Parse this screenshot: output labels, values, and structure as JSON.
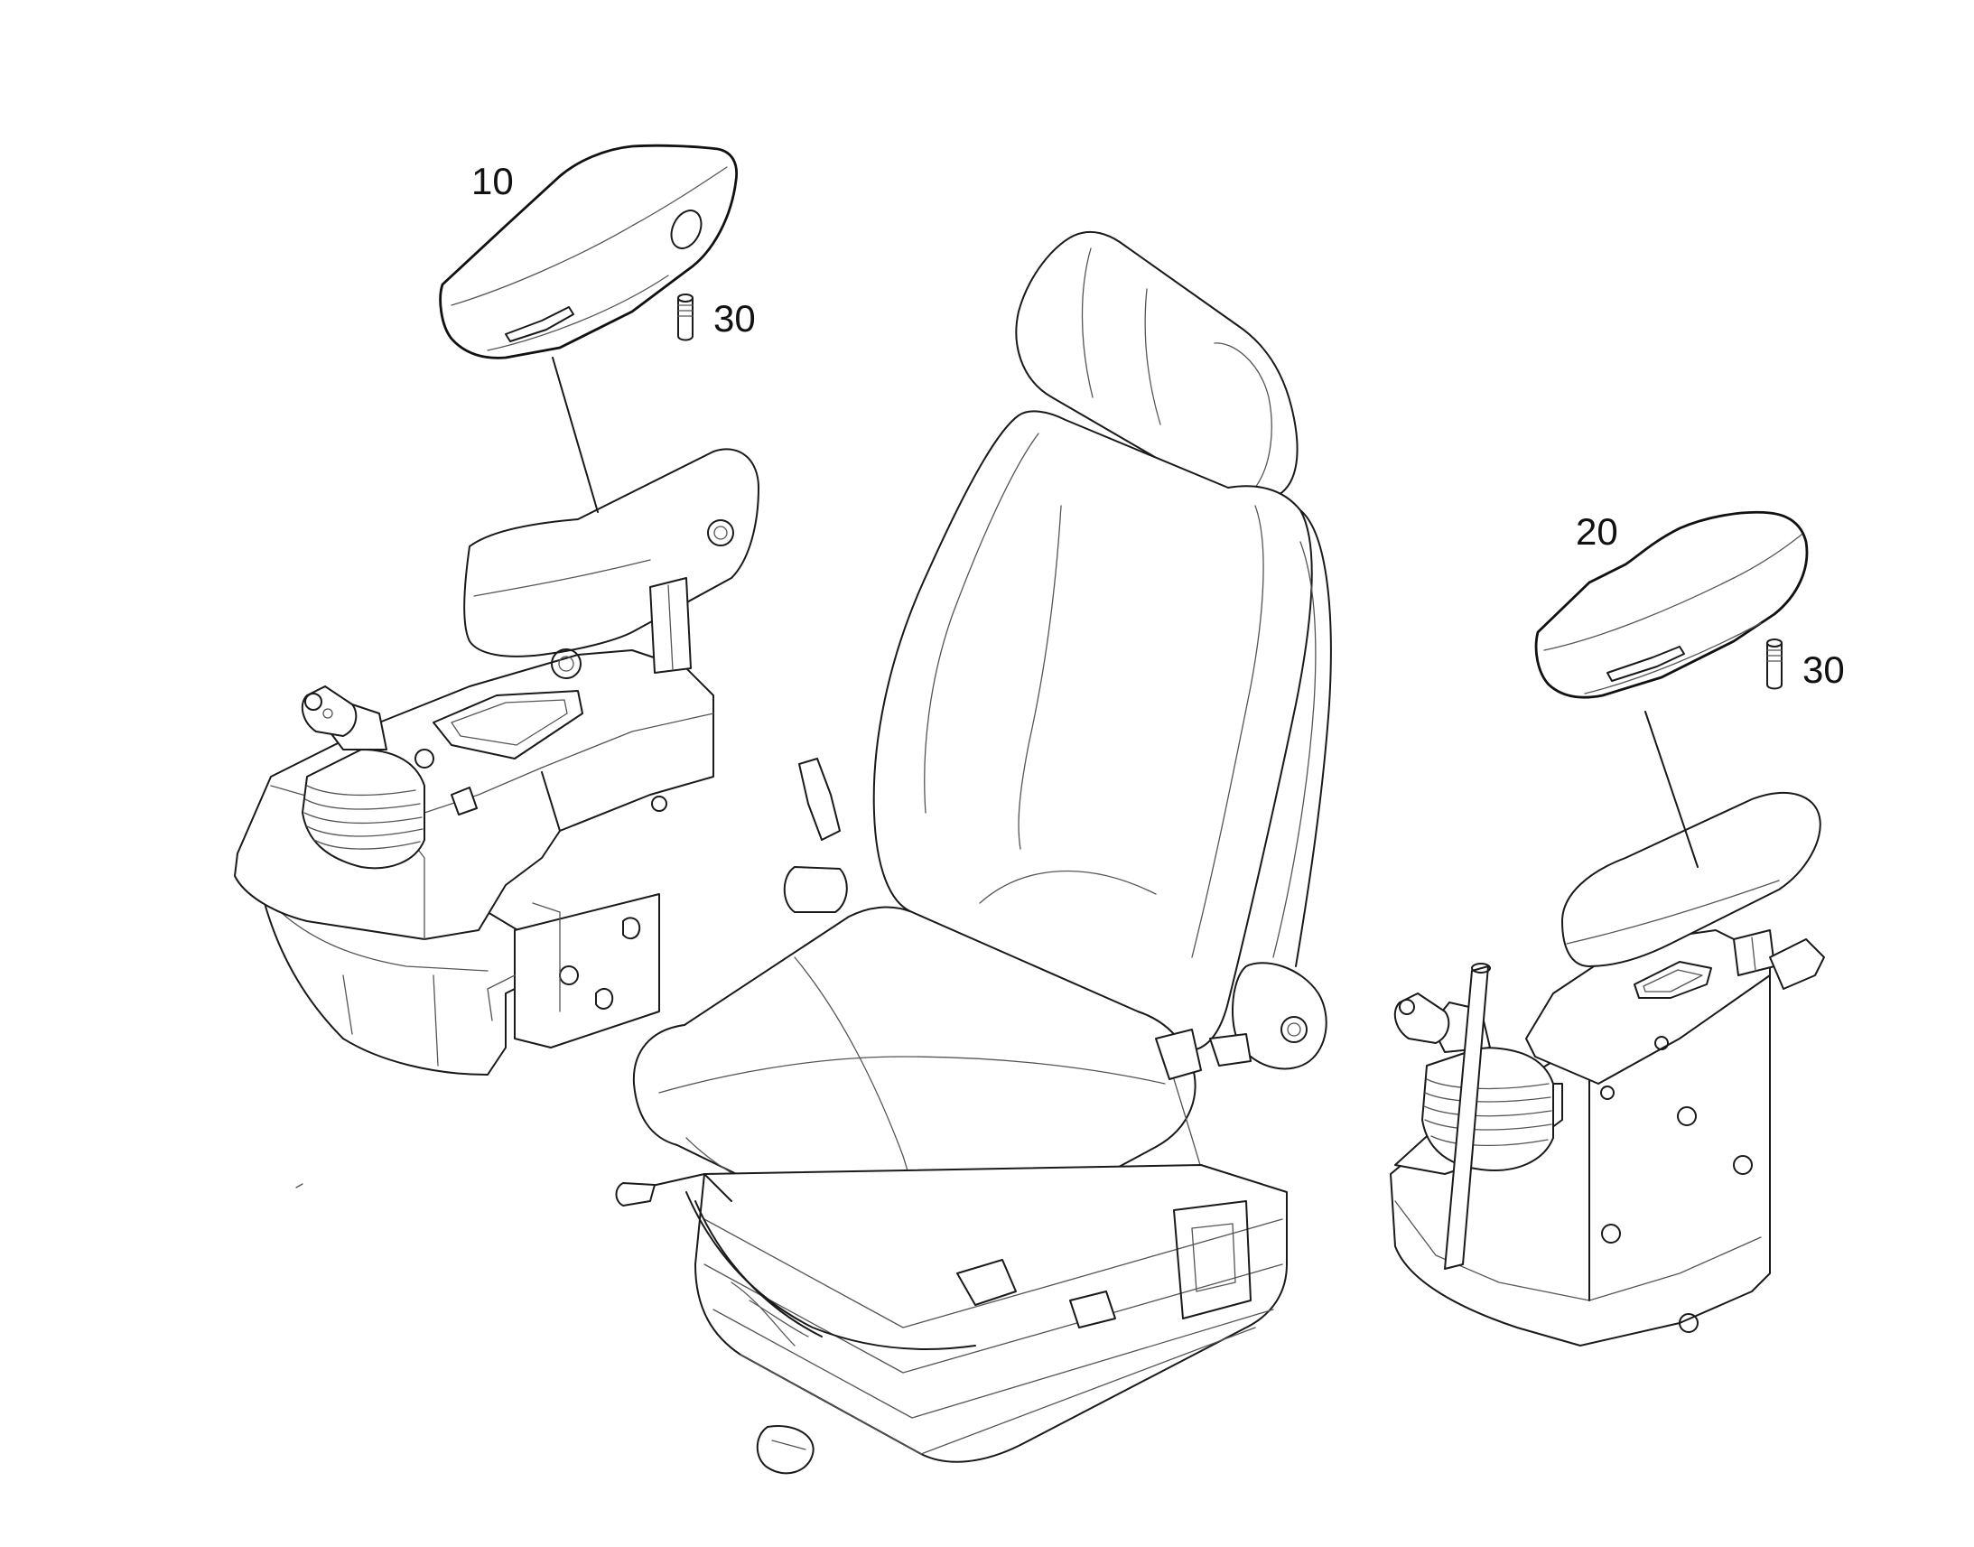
{
  "callouts": [
    {
      "id": "armrest-left",
      "label": "10"
    },
    {
      "id": "armrest-right",
      "label": "20"
    },
    {
      "id": "pin-left",
      "label": "30"
    },
    {
      "id": "pin-right",
      "label": "30"
    }
  ]
}
